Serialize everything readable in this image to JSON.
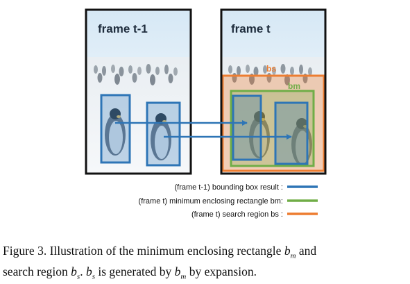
{
  "figure": {
    "left_panel_title": "frame t-1",
    "right_panel_title": "frame t",
    "bs_label": "bs",
    "bm_label": "bm",
    "colors": {
      "bbox_blue": "#2e75b6",
      "enclosing_green": "#70ad47",
      "search_orange": "#ed7d31",
      "panel_border": "#111111"
    }
  },
  "legend": [
    {
      "text": "(frame t-1) bounding box result :",
      "color": "#2e75b6"
    },
    {
      "text": "(frame t) minimum enclosing rectangle bm:",
      "color": "#70ad47"
    },
    {
      "text": "(frame t) search region bs :",
      "color": "#ed7d31"
    }
  ],
  "caption": {
    "line1_a": "Figure 3. Illustration of the minimum enclosing rectangle",
    "line1_b": "and",
    "line2_a": "search region",
    "line2_b": ". ",
    "line2_c": "is generated by",
    "line2_d": "by expansion.",
    "sym_b": "b",
    "sub_m": "m",
    "sub_s": "s"
  }
}
